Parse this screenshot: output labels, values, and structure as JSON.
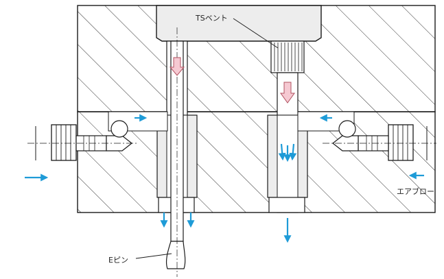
{
  "labels": {
    "ts_vent": "TSベント",
    "e_pin": "Eピン",
    "air_blow": "エアブロー"
  },
  "colors": {
    "line": "#1a1a1a",
    "hatch": "#333333",
    "part_fill": "#ededed",
    "flow_arrow": "#1e9bd7",
    "vent_arrow_fill": "#f6c9d2",
    "vent_arrow_stroke": "#b0505f"
  },
  "icons": {
    "flow": "arrow-icon",
    "vent_flow": "down-arrow-icon"
  }
}
